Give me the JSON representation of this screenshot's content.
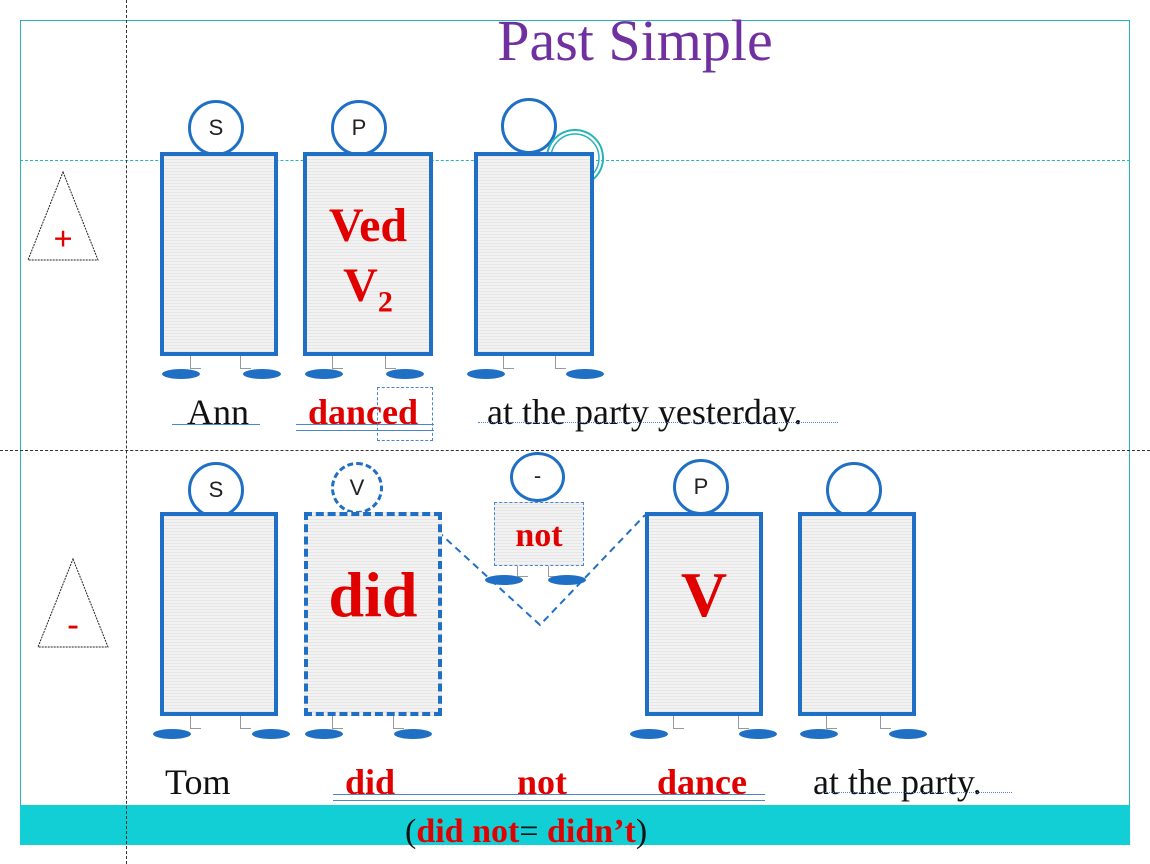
{
  "slide": {
    "title": "Past Simple",
    "colors": {
      "title": "#7030a0",
      "accent_red": "#e00000",
      "figure_blue": "#1f6fc5",
      "bar_cyan": "#12cfd6"
    }
  },
  "affirmative": {
    "sign": "+",
    "figure_labels": {
      "subject": "S",
      "predicate": "P"
    },
    "predicate_form_line1": "Ved",
    "predicate_form_line2_base": "V",
    "predicate_form_line2_sub": "2",
    "sentence": {
      "subject": "Ann",
      "verb": "danced",
      "rest": "at the party yesterday."
    }
  },
  "negative": {
    "sign": "-",
    "figure_labels": {
      "subject": "S",
      "aux": "V",
      "neg": "-",
      "predicate": "P"
    },
    "aux_word": "did",
    "neg_word": "not",
    "verb_form": "V",
    "sentence": {
      "subject": "Tom",
      "aux": "did",
      "neg": "not",
      "verb": "dance",
      "rest": "at the  party."
    },
    "contraction": {
      "open": "(",
      "full": "did not",
      "eq": "=",
      "short": "didn’t",
      "close": ")"
    }
  }
}
